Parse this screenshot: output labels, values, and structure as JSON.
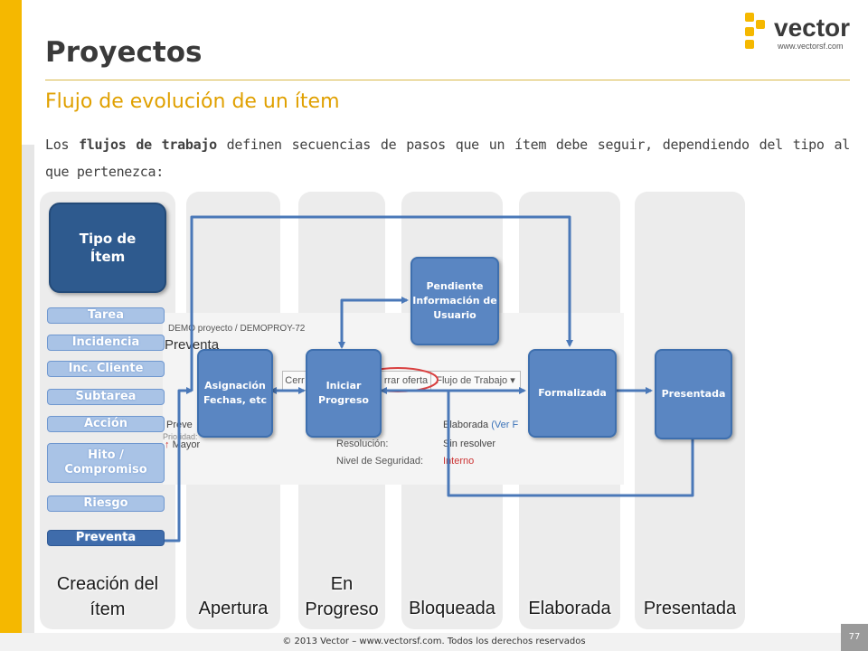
{
  "header": {
    "title": "Proyectos",
    "subtitle": "Flujo de evolución de un ítem",
    "body_pre": "Los ",
    "body_bold": "flujos de trabajo",
    "body_post": " definen secuencias de pasos que un ítem debe seguir, dependiendo del tipo al que pertenezca:"
  },
  "logo": {
    "name": "vector",
    "url_text": "www.vectorsf.com"
  },
  "columns": [
    "Creación del ítem",
    "Apertura",
    "En Progreso",
    "Bloqueada",
    "Elaborada",
    "Presentada"
  ],
  "tipo_box": "Tipo de Ítem",
  "item_types": [
    "Tarea",
    "Incidencia",
    "Inc. Cliente",
    "Subtarea",
    "Acción",
    "Hito / Compromiso",
    "Riesgo",
    "Preventa"
  ],
  "states": {
    "asignacion": "Asignación Fechas, etc",
    "iniciar": "Iniciar Progreso",
    "pendiente": "Pendiente Información de Usuario",
    "formalizada": "Formalizada",
    "presentada": "Presentada"
  },
  "screenshot": {
    "breadcrumb": "DEMO proyecto / DEMOPROY-72",
    "issue_title": "Preventa",
    "btn_cerrar": "Cerr",
    "btn_cerrar_oferta": "rrar oferta",
    "btn_flujo": "Flujo de Trabajo ▾",
    "f_tipo": "Preve",
    "f_prioridad_label": "Prioridad:",
    "f_prioridad": "Mayor",
    "f_estado": "Elaborada",
    "f_estado_extra": "(Ver F",
    "f_resolucion_label": "Resolución:",
    "f_resolucion": "Sin resolver",
    "f_nivel_label": "Nivel de Seguridad:",
    "f_nivel": "Interno"
  },
  "colors": {
    "accent": "#f5b800",
    "box": "#5a86c2",
    "arrow": "#4a78b8"
  },
  "footer": {
    "copyright": "© 2013 Vector – www.vectorsf.com. Todos los derechos reservados",
    "page": "77"
  }
}
